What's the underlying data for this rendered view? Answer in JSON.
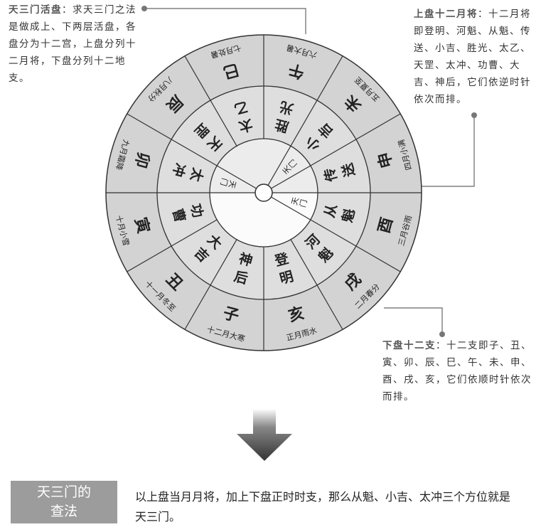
{
  "callouts": {
    "top_left": {
      "title": "天三门活盘",
      "body": "：求天三门之法是做成上、下两层活盘，各盘分为十二宫，上盘分列十二月将，下盘分列十二地支。"
    },
    "top_right": {
      "title": "上盘十二月将",
      "body": "：十二月将即登明、河魁、从魁、传送、小吉、胜光、太乙、天罡、太冲、功曹、大吉、神后，它们依逆时针依次而排。"
    },
    "bottom_right": {
      "title": "下盘十二支",
      "body": "：十二支即子、丑、寅、卯、辰、巳、午、未、申、酉、戌、亥，它们依顺时针依次而排。"
    }
  },
  "wheel": {
    "branches": [
      "午",
      "未",
      "申",
      "酉",
      "戌",
      "亥",
      "子",
      "丑",
      "寅",
      "卯",
      "辰",
      "巳"
    ],
    "months": [
      "六月大暑",
      "五月夏至",
      "四月小满",
      "三月谷雨",
      "二月春分",
      "正月雨水",
      "十二月大寒",
      "十一月冬至",
      "十月小雪",
      "九月霜降",
      "八月秋分",
      "七月处暑"
    ],
    "generals": [
      "胜光",
      "小吉",
      "传送",
      "从魁",
      "河魁",
      "登明",
      "神后",
      "大吉",
      "功曹",
      "太冲",
      "天罡",
      "太乙"
    ],
    "gate_label": "天门",
    "colors": {
      "outer": "#d3d3d3",
      "middle": "#dedede",
      "inner_top": "#ececec",
      "inner_bottom": "#fbfbfb",
      "line": "#333333"
    }
  },
  "method": {
    "title_line1": "天三门的",
    "title_line2": "查法",
    "text": "以上盘当月月将，加上下盘正时时支，那么从魁、小吉、太冲三个方位就是天三门。"
  }
}
